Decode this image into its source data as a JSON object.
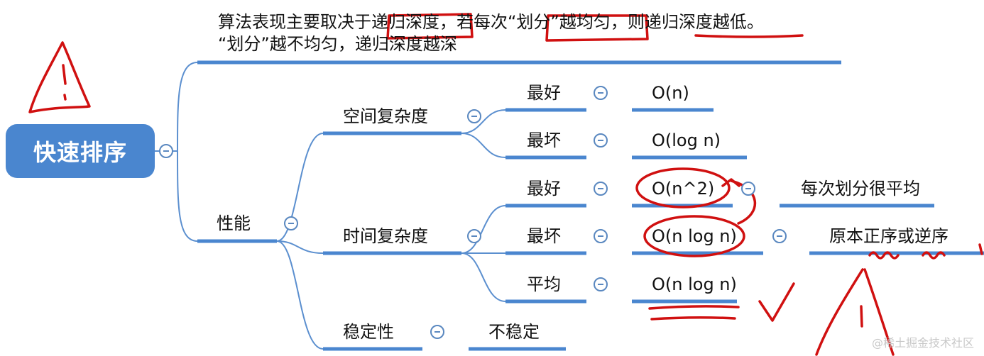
{
  "note": {
    "line1": "算法表现主要取决于递归深度，若每次“划分”越均匀，则递归深度越低。",
    "line2": "“划分”越不均匀，递归深度越深"
  },
  "root": {
    "label": "快速排序"
  },
  "performance": {
    "label": "性能",
    "space": {
      "label": "空间复杂度",
      "best": {
        "label": "最好",
        "value": "O(n)"
      },
      "worst": {
        "label": "最坏",
        "value": "O(log n)"
      }
    },
    "time": {
      "label": "时间复杂度",
      "best": {
        "label": "最好",
        "value": "O(n^2)",
        "note": "每次划分很平均"
      },
      "worst": {
        "label": "最坏",
        "value": "O(n log n)",
        "note": "原本正序或逆序"
      },
      "average": {
        "label": "平均",
        "value": "O(n log n)"
      }
    },
    "stability": {
      "label": "稳定性",
      "value": "不稳定"
    }
  },
  "colors": {
    "branch": "#4a86cf",
    "connector": "#5b8fcf",
    "root_bg": "#4a86cf",
    "ink": "#d01010"
  },
  "watermark": "@稀土掘金技术社区"
}
